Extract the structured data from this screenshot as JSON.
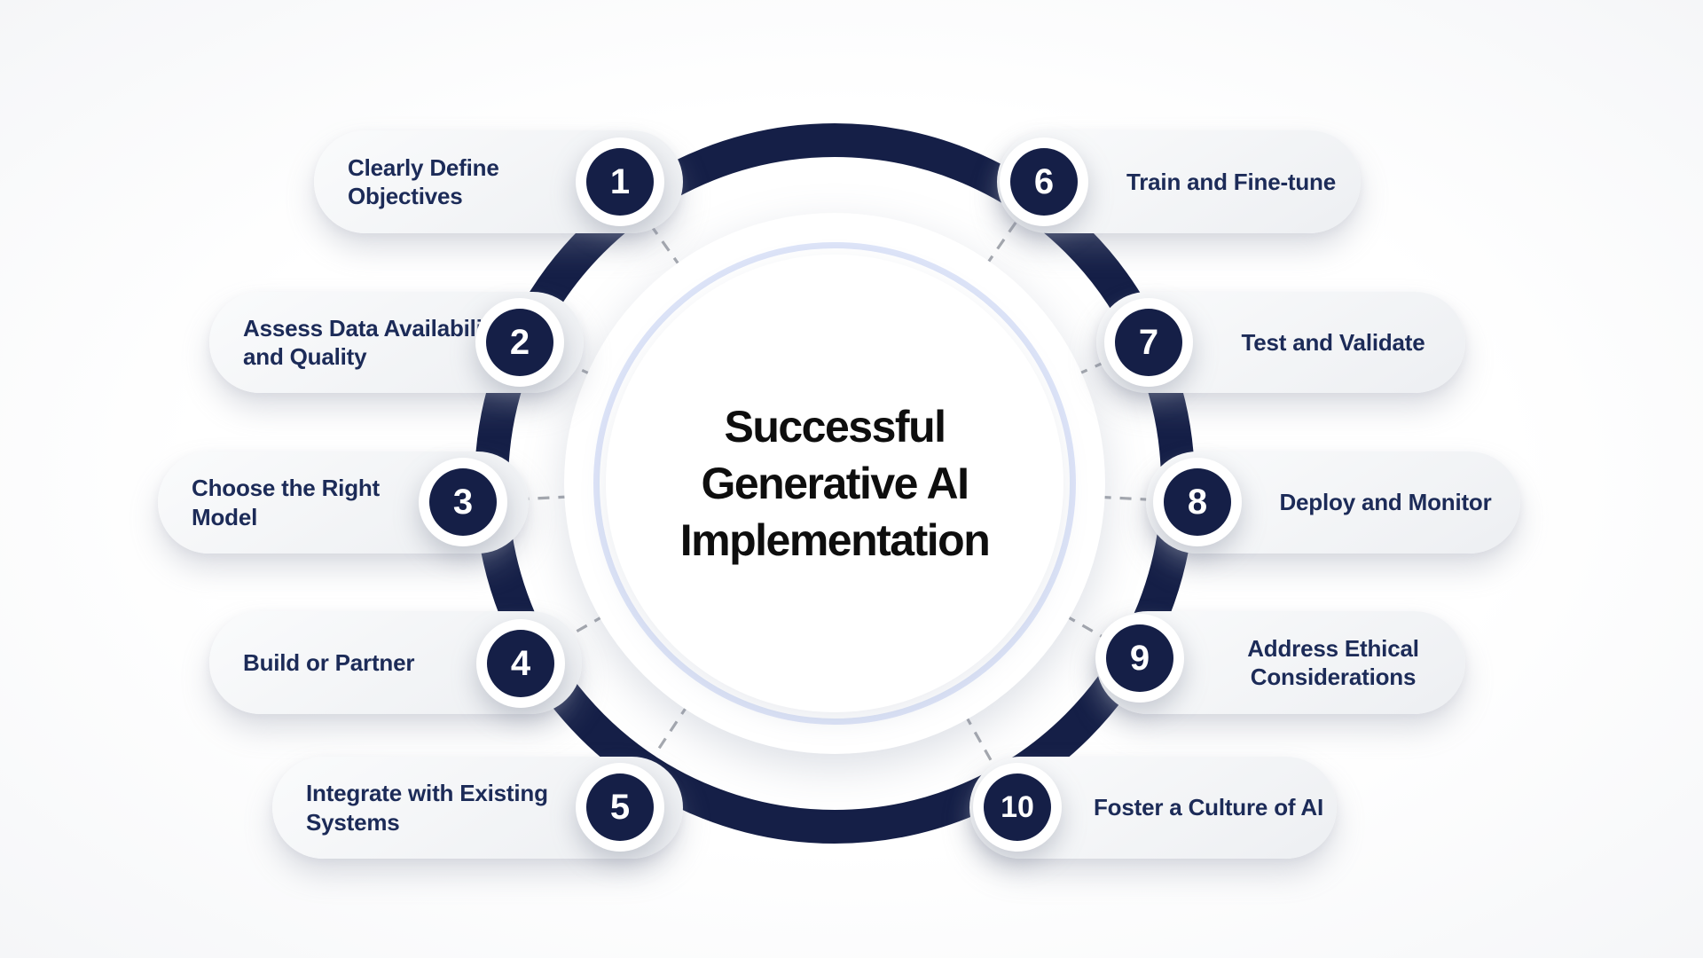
{
  "title": {
    "lines": [
      "Successful",
      "Generative AI",
      "Implementation"
    ]
  },
  "steps": [
    {
      "number": "1",
      "label": "Clearly Define Objectives",
      "lines": [
        "Clearly Define",
        "Objectives"
      ]
    },
    {
      "number": "2",
      "label": "Assess Data Availability and Quality",
      "lines": [
        "Assess Data Availability",
        "and Quality"
      ]
    },
    {
      "number": "3",
      "label": "Choose the Right Model",
      "lines": [
        "Choose the Right",
        "Model"
      ]
    },
    {
      "number": "4",
      "label": "Build or Partner",
      "lines": [
        "Build or Partner"
      ]
    },
    {
      "number": "5",
      "label": "Integrate with Existing Systems",
      "lines": [
        "Integrate with Existing",
        "Systems"
      ]
    },
    {
      "number": "6",
      "label": "Train and Fine-tune",
      "lines": [
        "Train and Fine-tune"
      ]
    },
    {
      "number": "7",
      "label": "Test and Validate",
      "lines": [
        "Test and Validate"
      ]
    },
    {
      "number": "8",
      "label": "Deploy and Monitor",
      "lines": [
        "Deploy and Monitor"
      ]
    },
    {
      "number": "9",
      "label": "Address Ethical Considerations",
      "lines": [
        "Address Ethical",
        "Considerations"
      ]
    },
    {
      "number": "10",
      "label": "Foster a Culture of AI",
      "lines": [
        "Foster a Culture of AI"
      ]
    }
  ],
  "colors": {
    "ring_navy": "#151F47",
    "badge_navy": "#151F47",
    "badge_number_text": "#FFFFFF",
    "pill_background": "#F2F3F6",
    "pill_text": "#1C2B58",
    "title_text": "#0E0E0E",
    "connector_dash": "#A6A9B0",
    "accent_blue_ring": "#DDE4F8"
  }
}
